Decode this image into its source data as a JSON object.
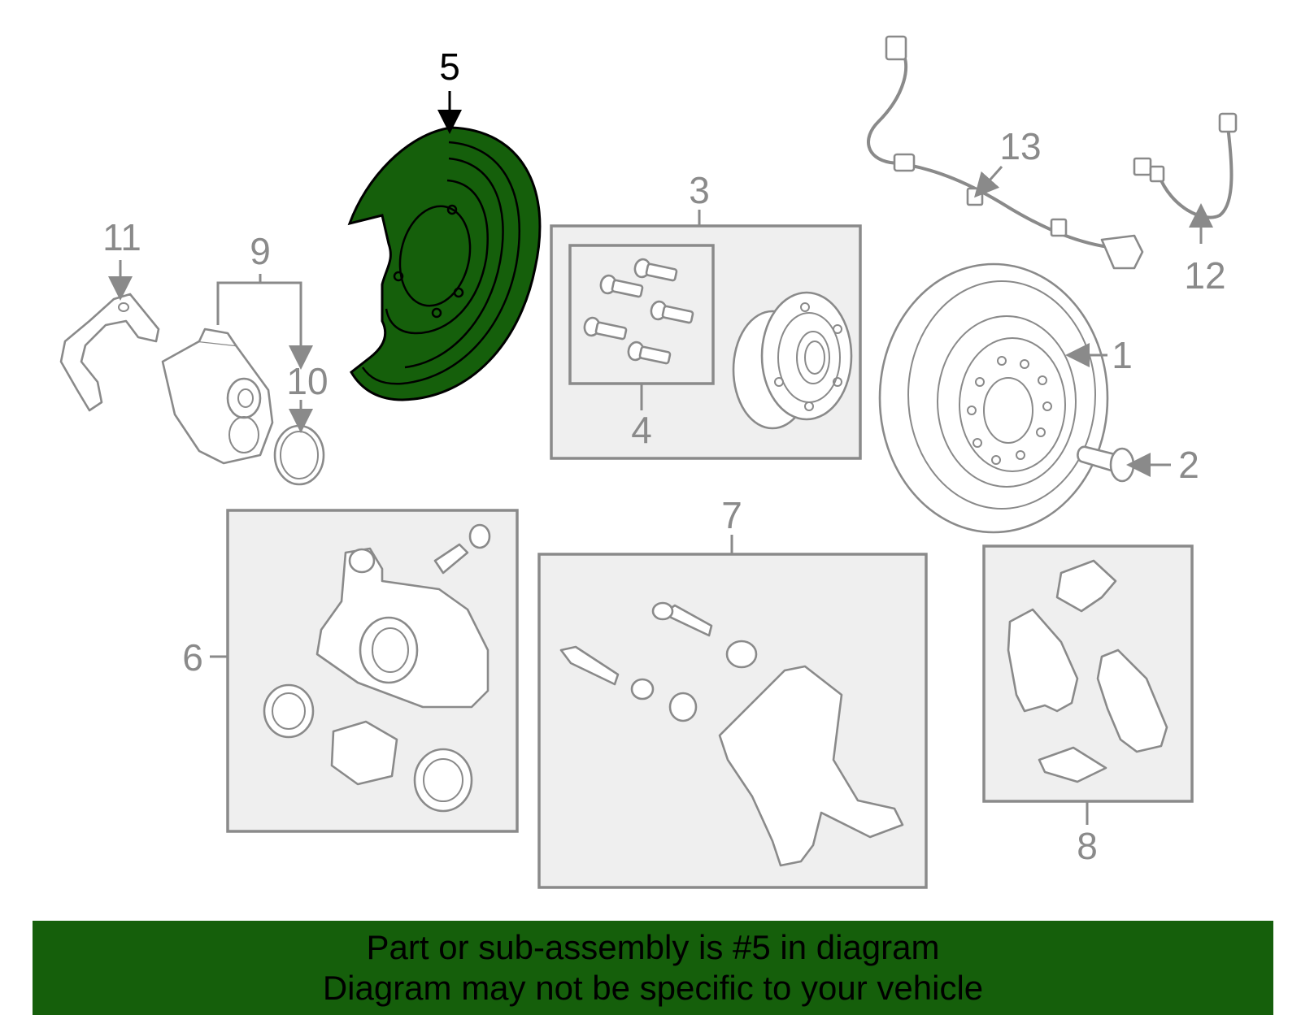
{
  "callouts": {
    "c1": "1",
    "c2": "2",
    "c3": "3",
    "c4": "4",
    "c5": "5",
    "c6": "6",
    "c7": "7",
    "c8": "8",
    "c9": "9",
    "c10": "10",
    "c11": "11",
    "c12": "12",
    "c13": "13"
  },
  "highlighted_part": "5",
  "highlight_color": "#155f0b",
  "banner": {
    "line1": "Part or sub-assembly is #5 in diagram",
    "line2": "Diagram may not be specific to your vehicle"
  }
}
